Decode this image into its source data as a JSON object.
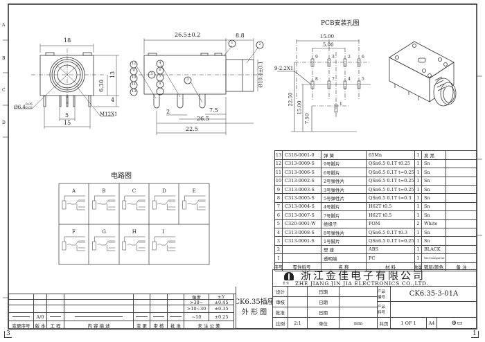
{
  "zones": [
    "A",
    "B",
    "C",
    "D"
  ],
  "sheet_markers": [
    "3",
    "1"
  ],
  "front_view": {
    "width": "18",
    "pin_span": "15",
    "pin_pitch": "5",
    "height": "13",
    "center_height": "6.30",
    "pin_length": "4",
    "bore": "Ø6.4",
    "bore_tol_upper": "0.05",
    "bore_tol_lower": "0.02",
    "thread": "M12X1"
  },
  "side_view": {
    "length": "26.5±0.2",
    "nose": "8.8",
    "nose_dia": "Ø10.4±0.1",
    "pin_width": "2",
    "d1": "7.5",
    "d2": "26.5",
    "d3": "22.5",
    "balloons": [
      "12",
      "9",
      "10",
      "11",
      "13",
      "5",
      "4",
      "6",
      "7",
      "8",
      "3",
      "1",
      "2"
    ]
  },
  "pcb": {
    "title": "PCB安装孔图",
    "span1": "15.00",
    "span2": "5.00",
    "hole": "9-2.2X1",
    "v1": "22.50",
    "v2": "15.00",
    "v3": "7.50",
    "pins_top": [
      "9",
      "3",
      "2",
      "6"
    ],
    "pins_mid": [
      "8",
      "7",
      "4",
      "5"
    ],
    "pin_bottom": "1"
  },
  "circuit": {
    "title": "电路图",
    "cells": [
      "A",
      "B",
      "C",
      "D",
      "E",
      "F",
      "G",
      "H",
      "I"
    ]
  },
  "parts": {
    "headers": [
      "序号",
      "零件料号",
      "名  称",
      "材    料",
      "数量",
      "镀层/颜色",
      "备  注"
    ],
    "rows": [
      [
        "13",
        "C318-0001-0",
        "弹 簧",
        "65Mn",
        "1",
        "发 黑",
        ""
      ],
      [
        "12",
        "C313-0009-S",
        "9号脚片",
        "QSn6.5 0.1T t0.25",
        "1",
        "Sn",
        ""
      ],
      [
        "11",
        "C313-0006-S",
        "6号脚片",
        "QSn6.5 0.1T t=0.25",
        "1",
        "Sn",
        ""
      ],
      [
        "10",
        "C313-0002-S",
        "2号弹性片",
        "QSn6.5 0.1T t=0.25",
        "1",
        "Sn",
        ""
      ],
      [
        "9",
        "C313-0003-S",
        "3号弹性片",
        "QSn6.5 0.1T t=0.25",
        "1",
        "Sn",
        ""
      ],
      [
        "8",
        "C313-0005-S",
        "5号弹性片",
        "QSn6.5 0.1T t=0.3",
        "1",
        "Sn",
        ""
      ],
      [
        "7",
        "C313-0004-S",
        "4号脚片",
        "H62T t0.5",
        "1",
        "Sn",
        ""
      ],
      [
        "6",
        "C313-0007-S",
        "7号脚片",
        "H62T t0.5",
        "1",
        "Sn",
        ""
      ],
      [
        "5",
        "C320-0001-W",
        "绝缘子",
        "POM",
        "2",
        "White",
        ""
      ],
      [
        "4",
        "C313-0008-S",
        "8号弹性片",
        "QSn6.5 0.1T t0.3",
        "1",
        "Sn",
        ""
      ],
      [
        "3",
        "C313-0001-S",
        "1号脚片",
        "QSn6.5 0.1T t=0.25",
        "1",
        "Sn",
        ""
      ],
      [
        "2",
        "",
        "塑 座",
        "ABS",
        "1",
        "BLACK",
        ""
      ],
      [
        "1",
        "",
        "透明端",
        "PC",
        "1",
        "Wei.Transparent",
        ""
      ]
    ]
  },
  "company": {
    "name_cn": "浙江金佳电子有限公司",
    "name_en": "ZHE JIANG JIN JIA ELECTRONICS CO.,LTD.",
    "logo_sub": "金 佳"
  },
  "title_block": {
    "drawing_title_1": "CK6.35插座",
    "drawing_title_2": "外 形 图",
    "design": "设计",
    "check": "审核",
    "approve": "批准",
    "date": "日期",
    "product_no_label": "产品 编号",
    "product_no": "CK6.35-3-01A",
    "part_no_label": "产品 料号",
    "scale_label": "比例",
    "scale": "2:1",
    "unit_label": "单位",
    "unit": "mm",
    "sheet_label": "共页",
    "sheet": "1 OF 1",
    "size": "A4"
  },
  "revision": {
    "headers": [
      "变更序号",
      "版 本",
      "工 程",
      "内 容 描 述",
      "变 更",
      "审 核",
      "批 准",
      "未 注 公 差"
    ],
    "version": "A/0",
    "tolerances": [
      [
        "角度",
        "±5'"
      ],
      [
        ">30~",
        "±0.45"
      ],
      [
        ">10~30",
        "±0.35"
      ],
      [
        "~10",
        "±0.25"
      ]
    ]
  }
}
